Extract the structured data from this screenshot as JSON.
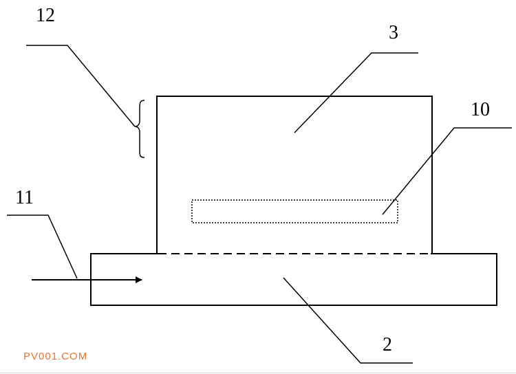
{
  "labels": {
    "l12": "12",
    "l3": "3",
    "l10": "10",
    "l11": "11",
    "l2": "2"
  },
  "watermark": "PV001.COM",
  "colors": {
    "stroke": "#000000",
    "watermark": "#e8743b",
    "background": "#ffffff"
  }
}
